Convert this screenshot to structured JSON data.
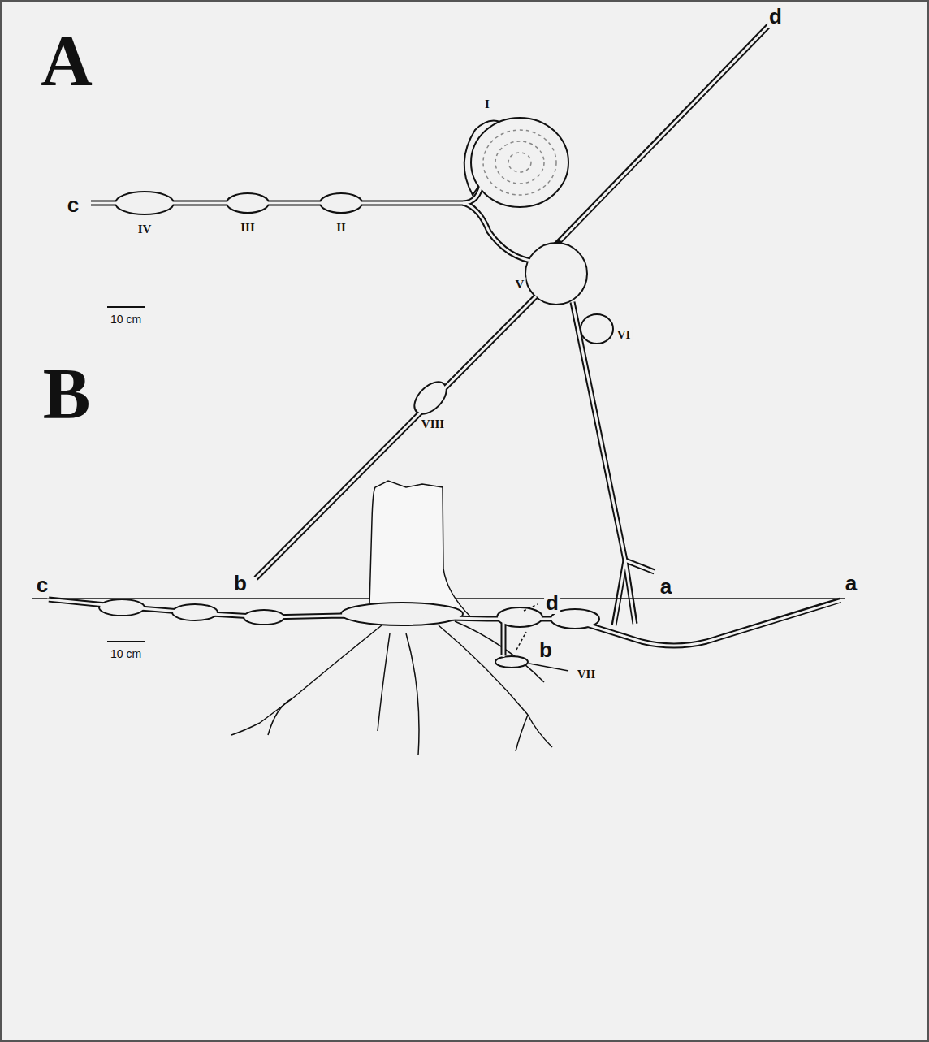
{
  "diagram": {
    "labels": [
      "A",
      "d",
      "I",
      "c",
      "IV",
      "III",
      "II",
      "V",
      "10 cm",
      "VI",
      "VIII",
      "b",
      "a",
      "B",
      "c",
      "a",
      "d",
      "10 cm",
      "b",
      "VII"
    ]
  }
}
